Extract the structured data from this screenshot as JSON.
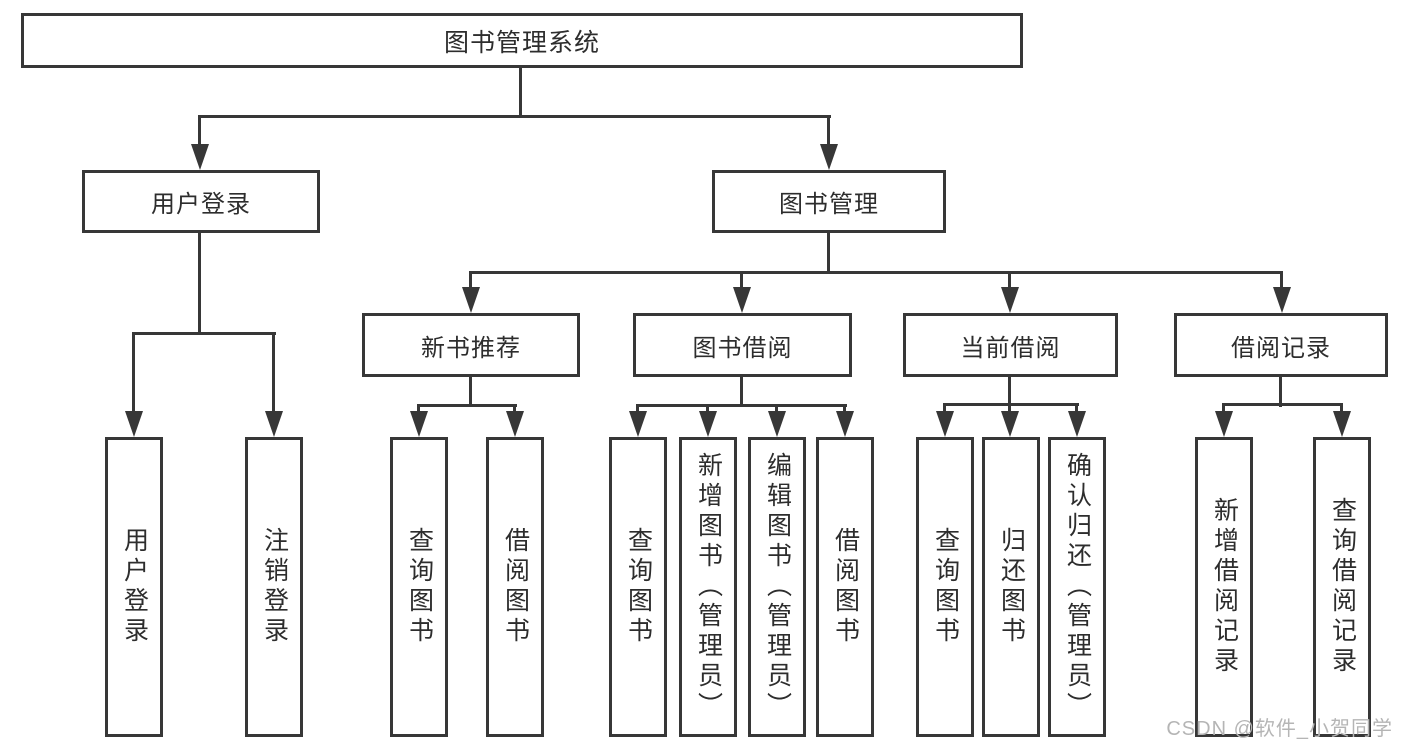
{
  "diagram": {
    "type": "functional-structure-tree",
    "title": "图书管理系统",
    "colors": {
      "line": "#373737",
      "text": "#2d2d2d",
      "background": "#ffffff",
      "watermark": "#b5b5b5"
    },
    "nodes": {
      "root": {
        "label": "图书管理系统"
      },
      "user_login": {
        "label": "用户登录"
      },
      "book_mgmt": {
        "label": "图书管理"
      },
      "new_book_rec": {
        "label": "新书推荐"
      },
      "book_borrow": {
        "label": "图书借阅"
      },
      "current_borrow": {
        "label": "当前借阅"
      },
      "borrow_records": {
        "label": "借阅记录"
      },
      "leaf_user_login": {
        "label": "用户登录"
      },
      "leaf_logout": {
        "label": "注销登录"
      },
      "leaf_query_books_rec": {
        "label": "查询图书"
      },
      "leaf_borrow_books_rec": {
        "label": "借阅图书"
      },
      "leaf_query_books_borrow": {
        "label": "查询图书"
      },
      "leaf_add_books": {
        "label": "新增图书（管理员）"
      },
      "leaf_edit_books": {
        "label": "编辑图书（管理员）"
      },
      "leaf_borrow_books_borrow": {
        "label": "借阅图书"
      },
      "leaf_query_books_current": {
        "label": "查询图书"
      },
      "leaf_return_books": {
        "label": "归还图书"
      },
      "leaf_confirm_return": {
        "label": "确认归还（管理员）"
      },
      "leaf_add_borrow_record": {
        "label": "新增借阅记录"
      },
      "leaf_query_borrow_record": {
        "label": "查询借阅记录"
      }
    },
    "edges": [
      [
        "root",
        "user_login"
      ],
      [
        "root",
        "book_mgmt"
      ],
      [
        "user_login",
        "leaf_user_login"
      ],
      [
        "user_login",
        "leaf_logout"
      ],
      [
        "book_mgmt",
        "new_book_rec"
      ],
      [
        "book_mgmt",
        "book_borrow"
      ],
      [
        "book_mgmt",
        "current_borrow"
      ],
      [
        "book_mgmt",
        "borrow_records"
      ],
      [
        "new_book_rec",
        "leaf_query_books_rec"
      ],
      [
        "new_book_rec",
        "leaf_borrow_books_rec"
      ],
      [
        "book_borrow",
        "leaf_query_books_borrow"
      ],
      [
        "book_borrow",
        "leaf_add_books"
      ],
      [
        "book_borrow",
        "leaf_edit_books"
      ],
      [
        "book_borrow",
        "leaf_borrow_books_borrow"
      ],
      [
        "current_borrow",
        "leaf_query_books_current"
      ],
      [
        "current_borrow",
        "leaf_return_books"
      ],
      [
        "current_borrow",
        "leaf_confirm_return"
      ],
      [
        "borrow_records",
        "leaf_add_borrow_record"
      ],
      [
        "borrow_records",
        "leaf_query_borrow_record"
      ]
    ],
    "watermark": "CSDN @软件_小贺同学"
  }
}
